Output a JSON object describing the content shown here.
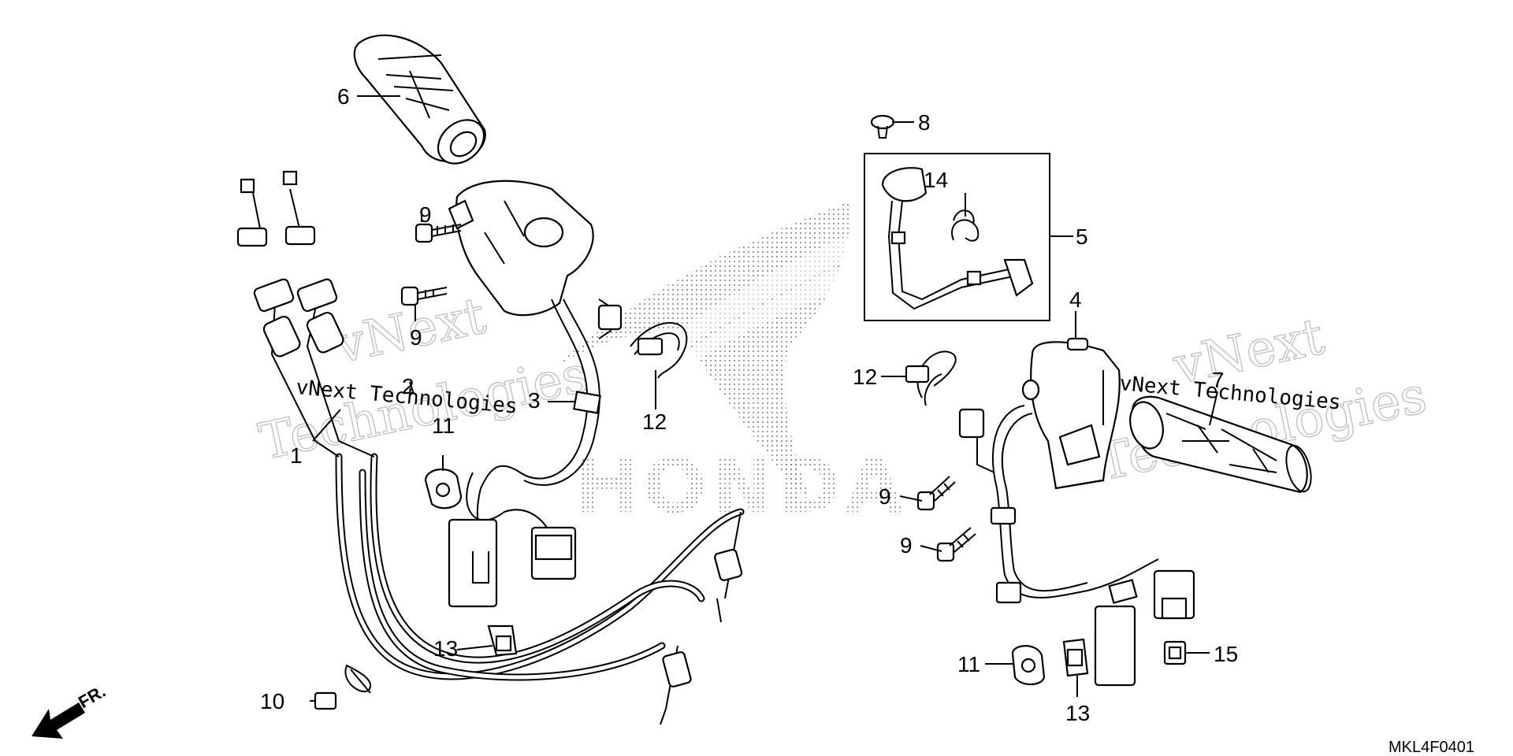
{
  "callouts": {
    "c1": "1",
    "c2": "2",
    "c3": "3",
    "c4": "4",
    "c5": "5",
    "c6": "6",
    "c7": "7",
    "c8": "8",
    "c9a": "9",
    "c9b": "9",
    "c9c": "9",
    "c9d": "9",
    "c10": "10",
    "c11a": "11",
    "c11b": "11",
    "c12a": "12",
    "c12b": "12",
    "c13a": "13",
    "c13b": "13",
    "c14": "14",
    "c15": "15"
  },
  "direction_label": "FR.",
  "diagram_code": "MKL4F0401",
  "watermark": {
    "logo_text": "HONDA",
    "line1": "vNext",
    "line2": "Technologies",
    "line3": "vNext Technologies"
  }
}
